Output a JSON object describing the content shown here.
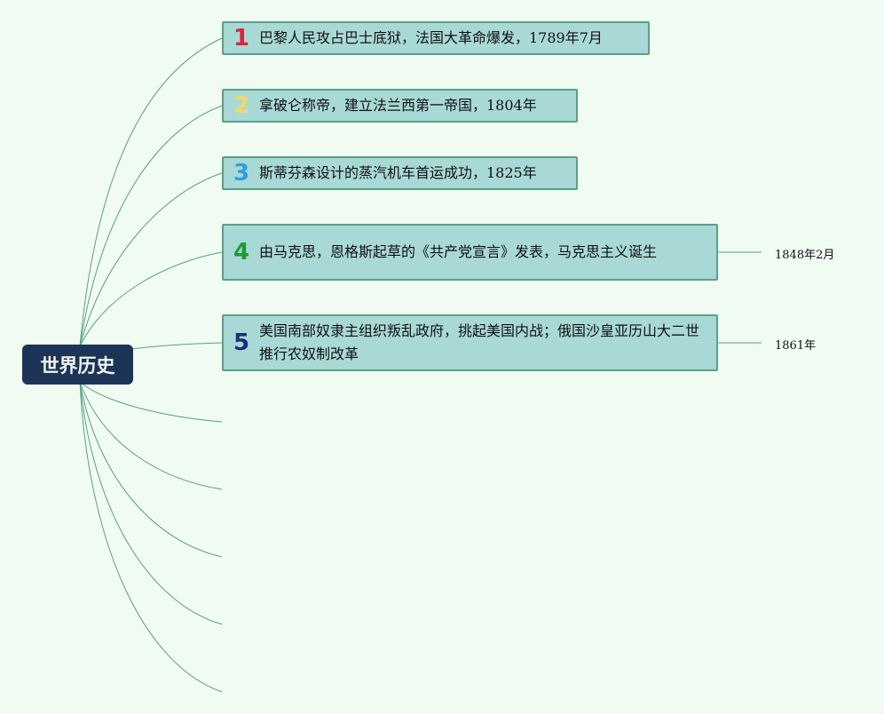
{
  "root": {
    "label": "世界历史"
  },
  "nodes": [
    {
      "number": "1",
      "number_color": "#d8283a",
      "text": "巴黎人民攻占巴士底狱，法国大革命爆发，1789年7月",
      "note": ""
    },
    {
      "number": "2",
      "number_color": "#f2d86a",
      "text": "拿破仑称帝，建立法兰西第一帝国，1804年",
      "note": ""
    },
    {
      "number": "3",
      "number_color": "#2f9fe0",
      "text": "斯蒂芬森设计的蒸汽机车首运成功，1825年",
      "note": ""
    },
    {
      "number": "4",
      "number_color": "#1f9a35",
      "text": "由马克思，恩格斯起草的《共产党宣言》发表，马克思主义诞生",
      "note": "1848年2月"
    },
    {
      "number": "5",
      "number_color": "#1d2e78",
      "text": "美国南部奴隶主组织叛乱政府，挑起美国内战；俄国沙皇亚历山大二世推行农奴制改革",
      "note": "1861年"
    }
  ],
  "colors": {
    "background": "#f0fbf1",
    "root_fill": "#1c3557",
    "node_fill": "#a8d9d6",
    "node_border": "#5b9f88",
    "connector": "#5b9f88"
  }
}
